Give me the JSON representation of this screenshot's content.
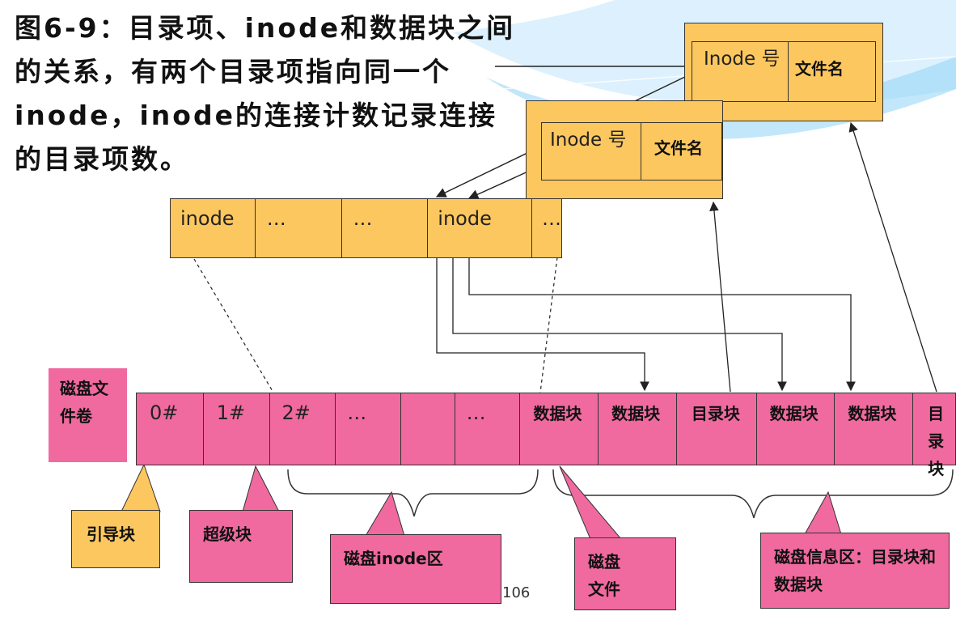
{
  "title": "图6-9：目录项、inode和数据块之间的关系，有两个目录项指向同一个inode，inode的连接计数记录连接的目录项数。",
  "dir_entry_top": {
    "inode_label": "Inode 号",
    "name_label": "文件名"
  },
  "dir_entry_mid": {
    "inode_label": "Inode 号",
    "name_label": "文件名"
  },
  "inode_table": [
    "inode",
    "…",
    "…",
    "inode",
    "…"
  ],
  "volume_label": "磁盘文件卷",
  "blocks": [
    "0#",
    "1#",
    "2#",
    "…",
    "",
    "…",
    "数据块",
    "数据块",
    "目录块",
    "数据块",
    "数据块",
    "目录块"
  ],
  "callouts": {
    "boot": "引导块",
    "super": "超级块",
    "inode_area": "磁盘inode区",
    "disk_file": "磁盘文件",
    "info_area": "磁盘信息区：目录块和数据块"
  },
  "page_number": "106",
  "colors": {
    "yellow": "#fdc75f",
    "pink": "#f06a9f",
    "sky": "#8fd3f6"
  }
}
